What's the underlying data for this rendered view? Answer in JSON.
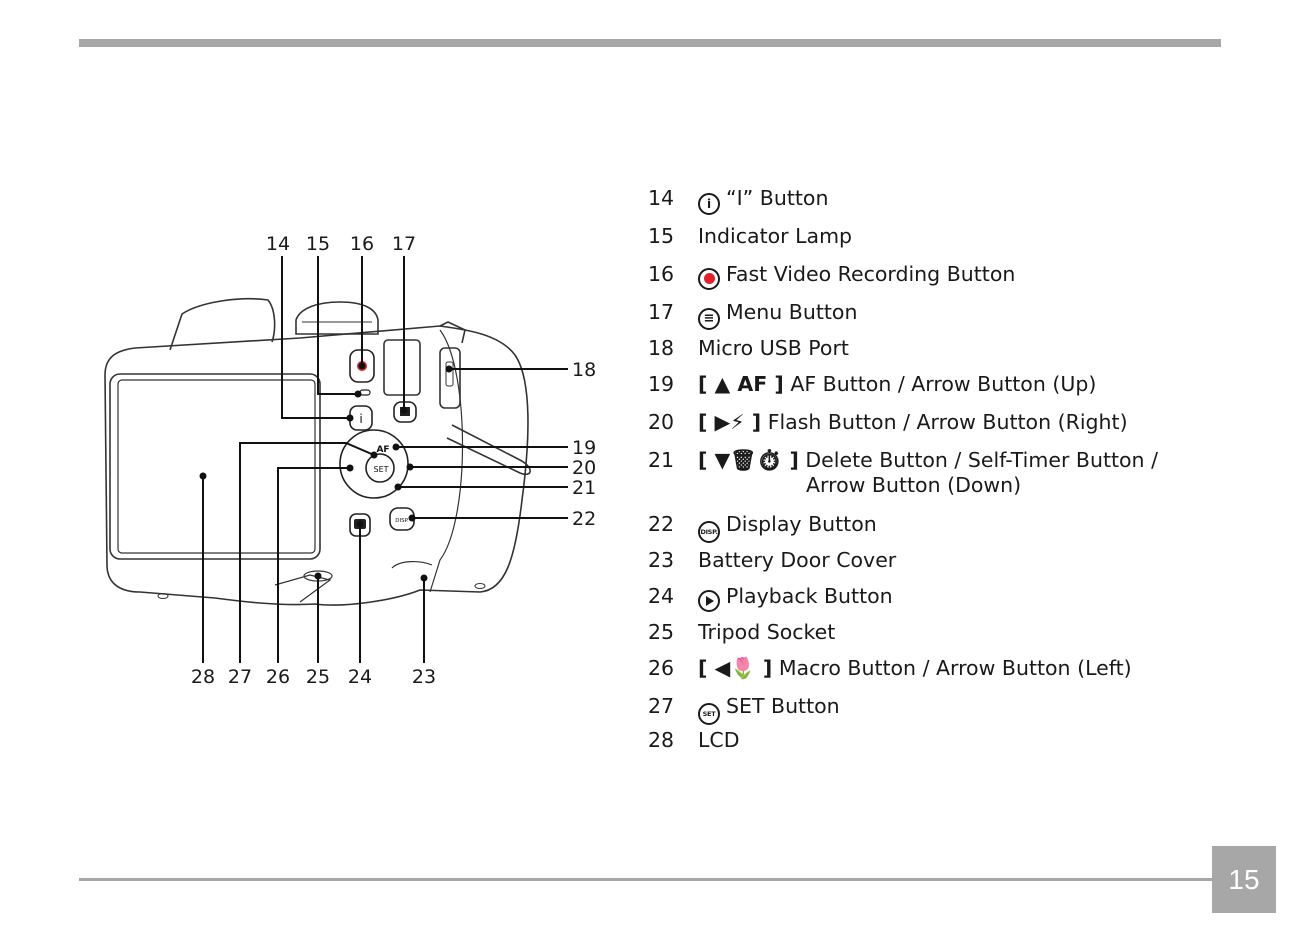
{
  "page": {
    "number": "15"
  },
  "diagram": {
    "top_labels": [
      "14",
      "15",
      "16",
      "17"
    ],
    "right_labels": [
      "18",
      "19",
      "20",
      "21",
      "22"
    ],
    "bottom_labels": [
      "28",
      "27",
      "26",
      "25",
      "24",
      "23"
    ],
    "button_marks": {
      "i": "i",
      "af": "AF",
      "set": "SET",
      "disp": "DISP."
    }
  },
  "parts": [
    {
      "num": "14",
      "icon": "info-icon",
      "icon_text": "i",
      "text": "“I” Button"
    },
    {
      "num": "15",
      "icon": "",
      "text": "Indicator Lamp"
    },
    {
      "num": "16",
      "icon": "record-icon",
      "text": "Fast Video Recording Button"
    },
    {
      "num": "17",
      "icon": "menu-icon",
      "text": "Menu Button"
    },
    {
      "num": "18",
      "icon": "",
      "text": "Micro USB Port"
    },
    {
      "num": "19",
      "icon": "",
      "prefix": "[ ▲ AF ]",
      "text": " AF Button / Arrow Button (Up)"
    },
    {
      "num": "20",
      "icon": "",
      "prefix": "[ ▶⚡ ]",
      "text": " Flash Button / Arrow Button (Right)"
    },
    {
      "num": "21",
      "icon": "",
      "prefix": "[ ▼🗑⏱ ]",
      "text": " Delete Button / Self-Timer Button /",
      "text2": "Arrow Button (Down)"
    },
    {
      "num": "22",
      "icon": "disp-icon",
      "icon_text": "DISP.",
      "text": "Display Button"
    },
    {
      "num": "23",
      "icon": "",
      "text": "Battery Door Cover"
    },
    {
      "num": "24",
      "icon": "playback-icon",
      "text": "Playback Button"
    },
    {
      "num": "25",
      "icon": "",
      "text": "Tripod Socket"
    },
    {
      "num": "26",
      "icon": "",
      "prefix": "[ ◀🌷 ]",
      "text": " Macro Button / Arrow Button (Left)"
    },
    {
      "num": "27",
      "icon": "set-icon",
      "icon_text": "SET",
      "text": "SET Button"
    },
    {
      "num": "28",
      "icon": "",
      "text": "LCD"
    }
  ]
}
